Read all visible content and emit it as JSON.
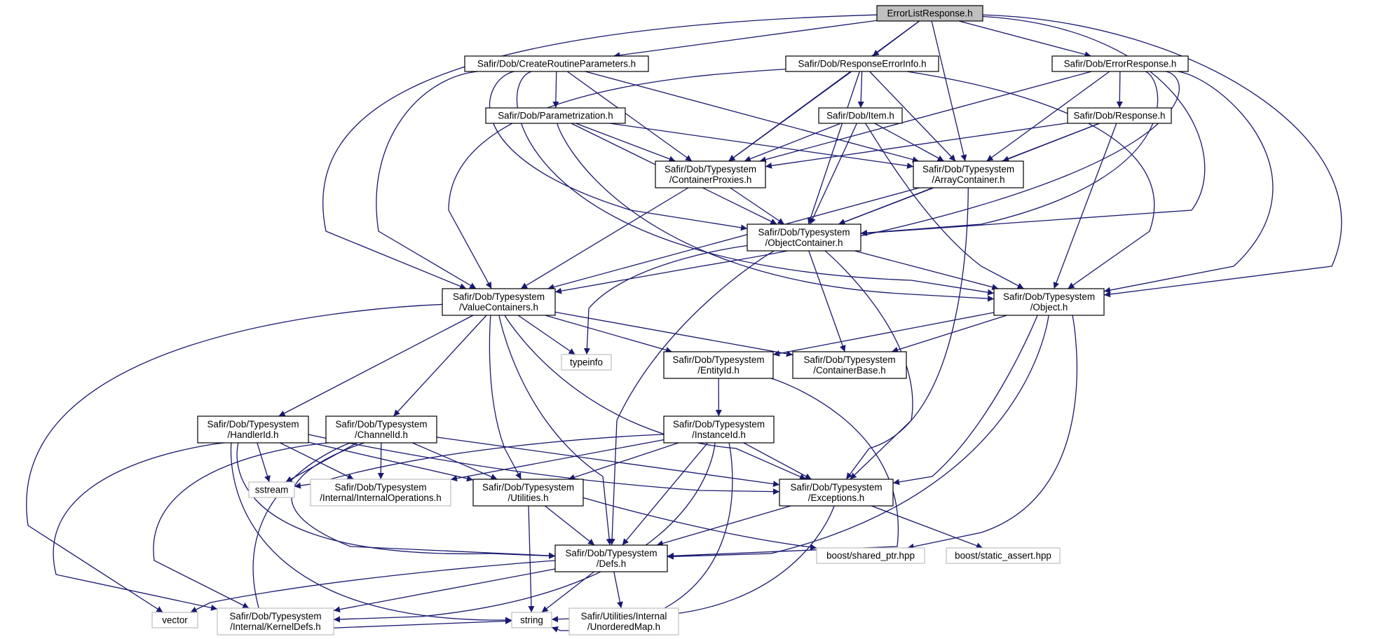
{
  "diagram": {
    "title": "",
    "colors": {
      "edge": "#191970",
      "node_border": "#000000",
      "ext_border": "#bfbfbf",
      "root_fill": "#bfbfbf",
      "node_fill": "#ffffff"
    },
    "nodes": [
      {
        "id": "root",
        "lines": [
          "ErrorListResponse.h"
        ],
        "kind": "root"
      },
      {
        "id": "crp",
        "lines": [
          "Safir/Dob/CreateRoutineParameters.h"
        ],
        "kind": "node"
      },
      {
        "id": "rei",
        "lines": [
          "Safir/Dob/ResponseErrorInfo.h"
        ],
        "kind": "node"
      },
      {
        "id": "er",
        "lines": [
          "Safir/Dob/ErrorResponse.h"
        ],
        "kind": "node"
      },
      {
        "id": "par",
        "lines": [
          "Safir/Dob/Parametrization.h"
        ],
        "kind": "node"
      },
      {
        "id": "item",
        "lines": [
          "Safir/Dob/Item.h"
        ],
        "kind": "node"
      },
      {
        "id": "resp",
        "lines": [
          "Safir/Dob/Response.h"
        ],
        "kind": "node"
      },
      {
        "id": "cp",
        "lines": [
          "Safir/Dob/Typesystem",
          "/ContainerProxies.h"
        ],
        "kind": "node"
      },
      {
        "id": "ac",
        "lines": [
          "Safir/Dob/Typesystem",
          "/ArrayContainer.h"
        ],
        "kind": "node"
      },
      {
        "id": "oc",
        "lines": [
          "Safir/Dob/Typesystem",
          "/ObjectContainer.h"
        ],
        "kind": "node"
      },
      {
        "id": "vc",
        "lines": [
          "Safir/Dob/Typesystem",
          "/ValueContainers.h"
        ],
        "kind": "node"
      },
      {
        "id": "obj",
        "lines": [
          "Safir/Dob/Typesystem",
          "/Object.h"
        ],
        "kind": "node"
      },
      {
        "id": "typeinfo",
        "lines": [
          "typeinfo"
        ],
        "kind": "ext"
      },
      {
        "id": "eid",
        "lines": [
          "Safir/Dob/Typesystem",
          "/EntityId.h"
        ],
        "kind": "node"
      },
      {
        "id": "cb",
        "lines": [
          "Safir/Dob/Typesystem",
          "/ContainerBase.h"
        ],
        "kind": "node"
      },
      {
        "id": "hid",
        "lines": [
          "Safir/Dob/Typesystem",
          "/HandlerId.h"
        ],
        "kind": "node"
      },
      {
        "id": "cid",
        "lines": [
          "Safir/Dob/Typesystem",
          "/ChannelId.h"
        ],
        "kind": "node"
      },
      {
        "id": "iid",
        "lines": [
          "Safir/Dob/Typesystem",
          "/InstanceId.h"
        ],
        "kind": "node"
      },
      {
        "id": "sstream",
        "lines": [
          "sstream"
        ],
        "kind": "ext"
      },
      {
        "id": "iops",
        "lines": [
          "Safir/Dob/Typesystem",
          "/Internal/InternalOperations.h"
        ],
        "kind": "ext"
      },
      {
        "id": "util",
        "lines": [
          "Safir/Dob/Typesystem",
          "/Utilities.h"
        ],
        "kind": "node"
      },
      {
        "id": "exc",
        "lines": [
          "Safir/Dob/Typesystem",
          "/Exceptions.h"
        ],
        "kind": "node"
      },
      {
        "id": "defs",
        "lines": [
          "Safir/Dob/Typesystem",
          "/Defs.h"
        ],
        "kind": "node"
      },
      {
        "id": "bsp",
        "lines": [
          "boost/shared_ptr.hpp"
        ],
        "kind": "ext"
      },
      {
        "id": "bsa",
        "lines": [
          "boost/static_assert.hpp"
        ],
        "kind": "ext"
      },
      {
        "id": "vector",
        "lines": [
          "vector"
        ],
        "kind": "ext"
      },
      {
        "id": "kdefs",
        "lines": [
          "Safir/Dob/Typesystem",
          "/Internal/KernelDefs.h"
        ],
        "kind": "ext"
      },
      {
        "id": "string",
        "lines": [
          "string"
        ],
        "kind": "ext"
      },
      {
        "id": "umap",
        "lines": [
          "Safir/Utilities/Internal",
          "/UnorderedMap.h"
        ],
        "kind": "ext"
      }
    ],
    "edges": [
      [
        "root",
        "crp"
      ],
      [
        "root",
        "rei"
      ],
      [
        "root",
        "er"
      ],
      [
        "root",
        "vc"
      ],
      [
        "root",
        "cp"
      ],
      [
        "root",
        "ac"
      ],
      [
        "root",
        "oc"
      ],
      [
        "root",
        "obj"
      ],
      [
        "crp",
        "par"
      ],
      [
        "crp",
        "cp"
      ],
      [
        "crp",
        "ac"
      ],
      [
        "crp",
        "oc"
      ],
      [
        "crp",
        "vc"
      ],
      [
        "crp",
        "obj"
      ],
      [
        "rei",
        "item"
      ],
      [
        "rei",
        "cp"
      ],
      [
        "rei",
        "ac"
      ],
      [
        "rei",
        "oc"
      ],
      [
        "rei",
        "vc"
      ],
      [
        "rei",
        "obj"
      ],
      [
        "er",
        "resp"
      ],
      [
        "er",
        "cp"
      ],
      [
        "er",
        "ac"
      ],
      [
        "er",
        "oc"
      ],
      [
        "er",
        "vc"
      ],
      [
        "er",
        "obj"
      ],
      [
        "par",
        "cp"
      ],
      [
        "par",
        "ac"
      ],
      [
        "par",
        "oc"
      ],
      [
        "par",
        "obj"
      ],
      [
        "item",
        "cp"
      ],
      [
        "item",
        "ac"
      ],
      [
        "item",
        "oc"
      ],
      [
        "item",
        "obj"
      ],
      [
        "resp",
        "cp"
      ],
      [
        "resp",
        "ac"
      ],
      [
        "resp",
        "oc"
      ],
      [
        "resp",
        "obj"
      ],
      [
        "cp",
        "oc"
      ],
      [
        "cp",
        "vc"
      ],
      [
        "ac",
        "oc"
      ],
      [
        "ac",
        "vc"
      ],
      [
        "ac",
        "exc"
      ],
      [
        "oc",
        "obj"
      ],
      [
        "oc",
        "typeinfo"
      ],
      [
        "oc",
        "cb"
      ],
      [
        "oc",
        "exc"
      ],
      [
        "oc",
        "defs"
      ],
      [
        "vc",
        "typeinfo"
      ],
      [
        "vc",
        "eid"
      ],
      [
        "vc",
        "cb"
      ],
      [
        "vc",
        "hid"
      ],
      [
        "vc",
        "cid"
      ],
      [
        "vc",
        "util"
      ],
      [
        "vc",
        "exc"
      ],
      [
        "vc",
        "defs"
      ],
      [
        "vc",
        "vector"
      ],
      [
        "obj",
        "eid"
      ],
      [
        "obj",
        "cb"
      ],
      [
        "obj",
        "exc"
      ],
      [
        "obj",
        "defs"
      ],
      [
        "obj",
        "bsp"
      ],
      [
        "eid",
        "iid"
      ],
      [
        "eid",
        "defs"
      ],
      [
        "hid",
        "sstream"
      ],
      [
        "hid",
        "iops"
      ],
      [
        "hid",
        "util"
      ],
      [
        "hid",
        "exc"
      ],
      [
        "hid",
        "defs"
      ],
      [
        "hid",
        "kdefs"
      ],
      [
        "hid",
        "string"
      ],
      [
        "cid",
        "sstream"
      ],
      [
        "cid",
        "iops"
      ],
      [
        "cid",
        "util"
      ],
      [
        "cid",
        "exc"
      ],
      [
        "cid",
        "defs"
      ],
      [
        "cid",
        "kdefs"
      ],
      [
        "cid",
        "string"
      ],
      [
        "iid",
        "sstream"
      ],
      [
        "iid",
        "iops"
      ],
      [
        "iid",
        "util"
      ],
      [
        "iid",
        "exc"
      ],
      [
        "iid",
        "defs"
      ],
      [
        "iid",
        "kdefs"
      ],
      [
        "iid",
        "string"
      ],
      [
        "util",
        "defs"
      ],
      [
        "util",
        "string"
      ],
      [
        "util",
        "bsp"
      ],
      [
        "exc",
        "defs"
      ],
      [
        "exc",
        "bsa"
      ],
      [
        "exc",
        "string"
      ],
      [
        "defs",
        "vector"
      ],
      [
        "defs",
        "kdefs"
      ],
      [
        "defs",
        "string"
      ],
      [
        "defs",
        "umap"
      ]
    ]
  }
}
